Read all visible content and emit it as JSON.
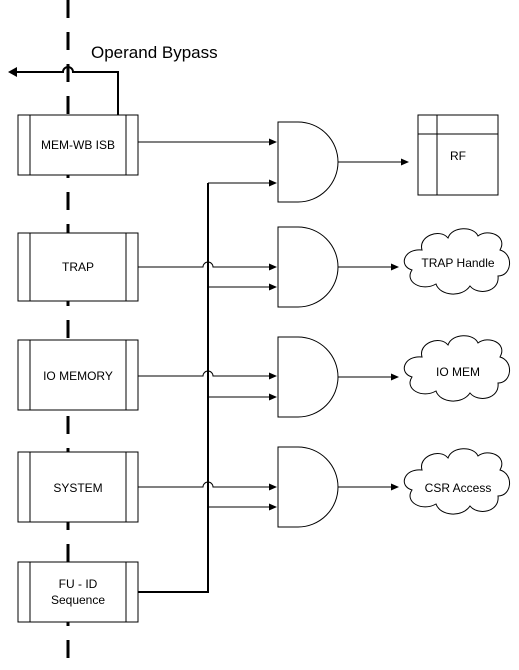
{
  "diagram": {
    "bypass_label": "Operand Bypass",
    "stages": [
      {
        "id": "mem-wb-isb",
        "label": "MEM-WB ISB"
      },
      {
        "id": "trap",
        "label": "TRAP"
      },
      {
        "id": "io-memory",
        "label": "IO MEMORY"
      },
      {
        "id": "system",
        "label": "SYSTEM"
      },
      {
        "id": "fu-id",
        "label_line1": "FU - ID",
        "label_line2": "Sequence"
      }
    ],
    "outputs": {
      "rf": "RF",
      "trap_handle": "TRAP Handle",
      "io_mem": "IO MEM",
      "csr_access": "CSR Access"
    },
    "gates": [
      "AND",
      "AND",
      "AND",
      "AND"
    ]
  }
}
